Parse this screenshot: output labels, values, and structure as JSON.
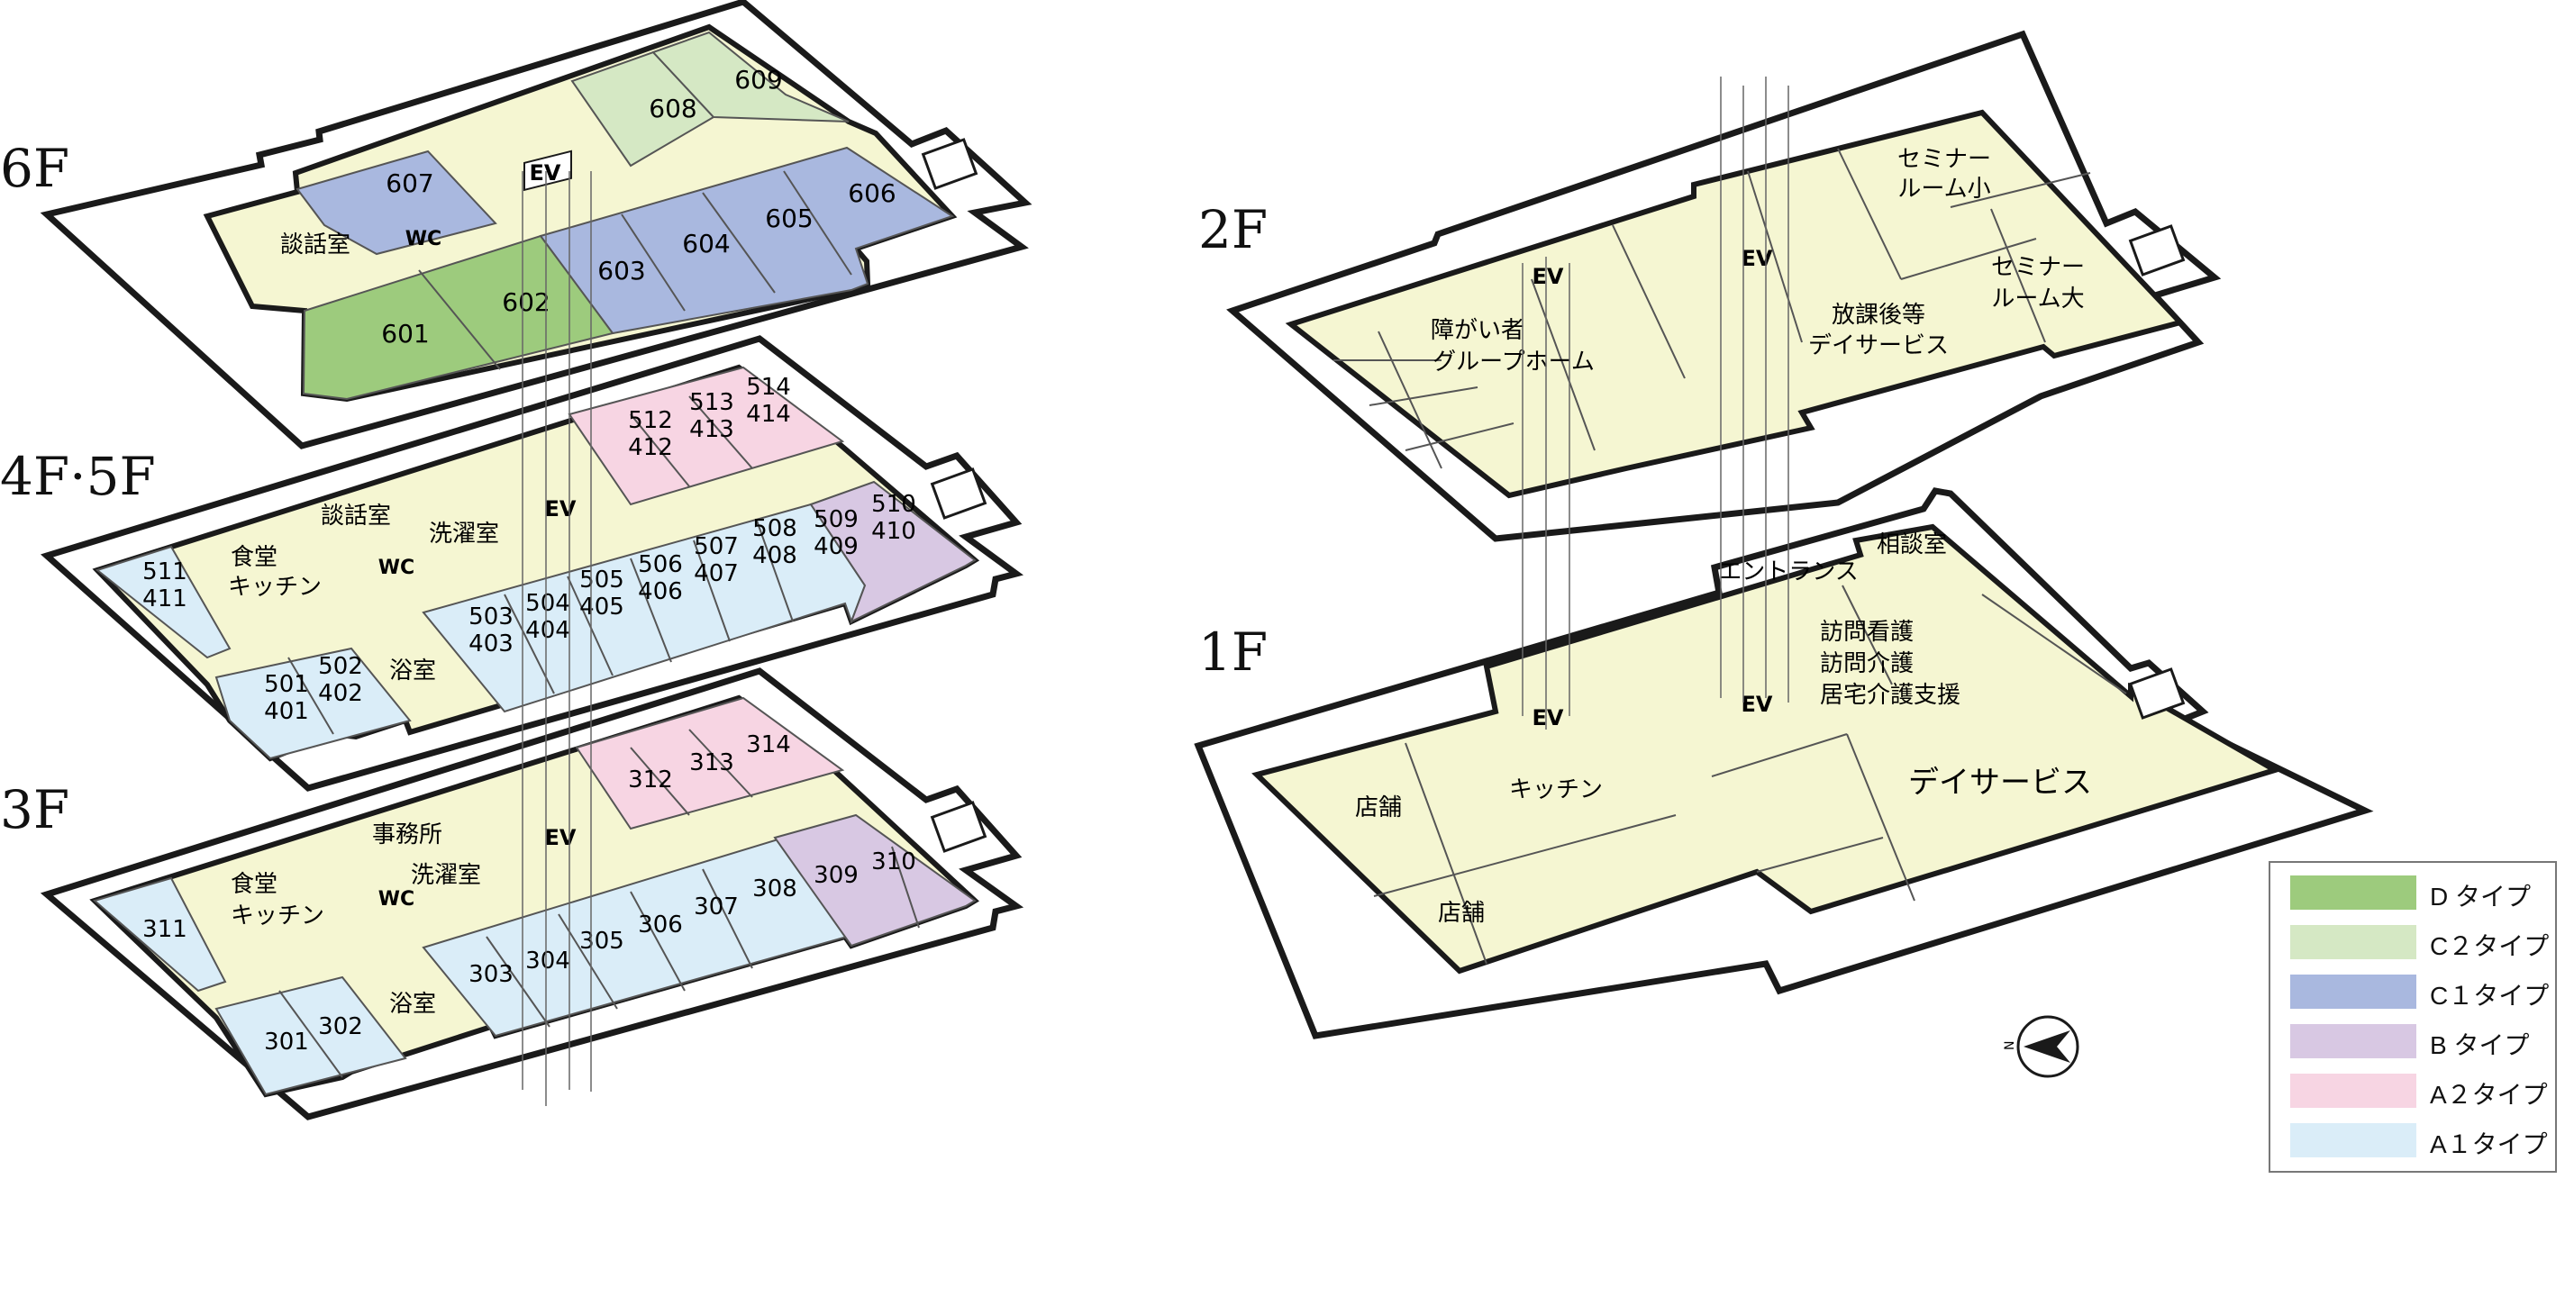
{
  "floors": {
    "f6": "6F",
    "f45": "4F·5F",
    "f3": "3F",
    "f2": "2F",
    "f1": "1F"
  },
  "rooms": {
    "r601": "601",
    "r602": "602",
    "r603": "603",
    "r604": "604",
    "r605": "605",
    "r606": "606",
    "r607": "607",
    "r608": "608",
    "r609": "609",
    "r511": "511",
    "r411": "411",
    "r501": "501",
    "r401": "401",
    "r502": "502",
    "r402": "402",
    "r503": "503",
    "r403": "403",
    "r504": "504",
    "r404": "404",
    "r505": "505",
    "r405": "405",
    "r506": "506",
    "r406": "406",
    "r507": "507",
    "r407": "407",
    "r508": "508",
    "r408": "408",
    "r509": "509",
    "r409": "409",
    "r510": "510",
    "r410": "410",
    "r512": "512",
    "r412": "412",
    "r513": "513",
    "r413": "413",
    "r514": "514",
    "r414": "414",
    "r301": "301",
    "r302": "302",
    "r303": "303",
    "r304": "304",
    "r305": "305",
    "r306": "306",
    "r307": "307",
    "r308": "308",
    "r309": "309",
    "r310": "310",
    "r311": "311",
    "r312": "312",
    "r313": "313",
    "r314": "314"
  },
  "labels": {
    "ev": "EV",
    "wc": "WC",
    "danwa": "談話室",
    "shokudo": "食堂",
    "kitchen": "キッチン",
    "sentaku": "洗濯室",
    "yokushitsu": "浴室",
    "jimusho": "事務所",
    "seminar_small_1": "セミナー",
    "seminar_small_2": "ルーム小",
    "seminar_large_1": "セミナー",
    "seminar_large_2": "ルーム大",
    "group_home_1": "障がい者",
    "group_home_2": "グループホーム",
    "after_school_1": "放課後等",
    "after_school_2": "デイサービス",
    "entrance": "エントランス",
    "soudan": "相談室",
    "houmon_kango": "訪問看護",
    "houmon_kaigo": "訪問介護",
    "kyotaku": "居宅介護支援",
    "tenpo": "店舗",
    "day_service": "デイサービス",
    "compass_n": "N"
  },
  "legend": {
    "items": [
      {
        "label": "D タイプ",
        "color": "#9dcb7d"
      },
      {
        "label": "C２タイプ",
        "color": "#d5e8c4"
      },
      {
        "label": "C１タイプ",
        "color": "#a9b8df"
      },
      {
        "label": "B タイプ",
        "color": "#d8c8e3"
      },
      {
        "label": "A２タイプ",
        "color": "#f7d5e3"
      },
      {
        "label": "A１タイプ",
        "color": "#daedf8"
      }
    ]
  },
  "colors": {
    "common": "#f5f6d2",
    "outline": "#1a1a1a"
  }
}
